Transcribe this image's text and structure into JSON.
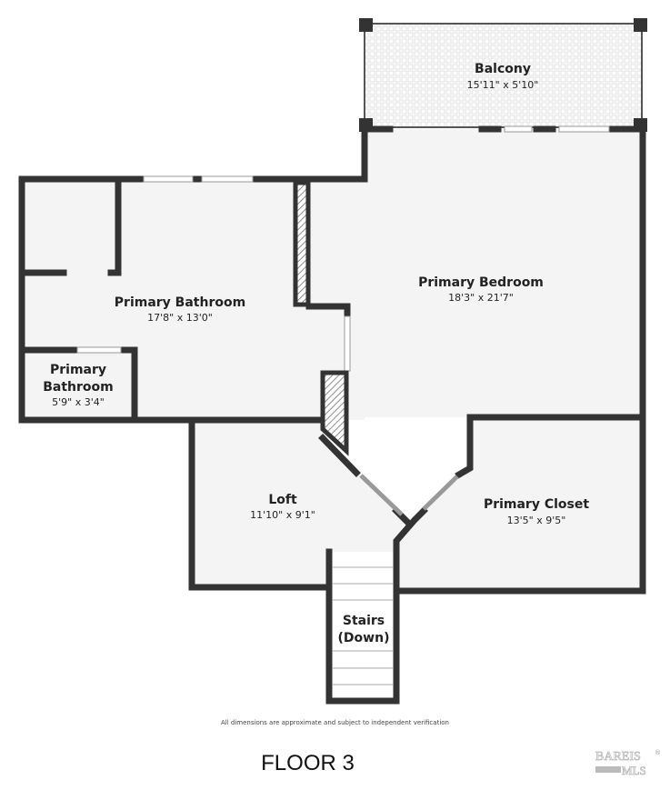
{
  "floor_label": "FLOOR 3",
  "disclaimer": "All dimensions are approximate and subject to independent verification",
  "logo_text": "BAREIS MLS",
  "colors": {
    "wall": "#333333",
    "floor": "#f4f4f4",
    "hatch": "#777777"
  },
  "rooms": [
    {
      "name": "Balcony",
      "dims": "15'11\" x 5'10\""
    },
    {
      "name": "Primary Bedroom",
      "dims": "18'3\" x 21'7\""
    },
    {
      "name": "Primary Bathroom",
      "dims": "17'8\" x 13'0\""
    },
    {
      "name": "Primary",
      "name2": "Bathroom",
      "dims": "5'9\" x 3'4\""
    },
    {
      "name": "Loft",
      "dims": "11'10\" x 9'1\""
    },
    {
      "name": "Primary Closet",
      "dims": "13'5\" x 9'5\""
    },
    {
      "name": "Stairs",
      "name2": "(Down)"
    }
  ]
}
